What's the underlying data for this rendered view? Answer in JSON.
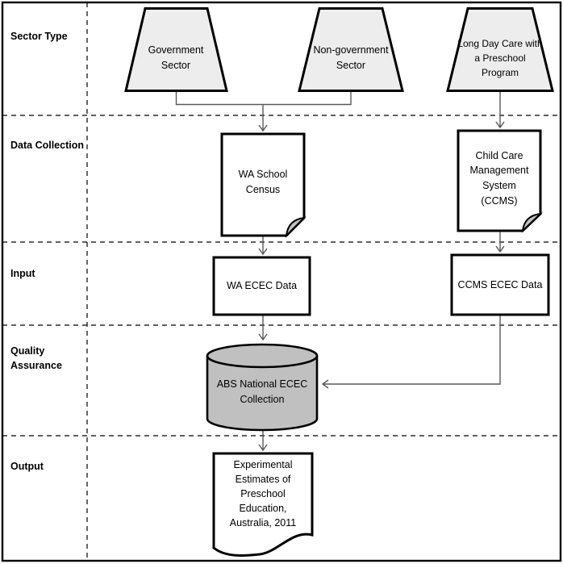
{
  "rows": [
    {
      "label": "Sector Type"
    },
    {
      "label": "Data Collection"
    },
    {
      "label": "Input"
    },
    {
      "label": "Quality Assurance"
    },
    {
      "label": "Output"
    }
  ],
  "nodes": {
    "government_sector": {
      "label": "Government Sector",
      "shape": "trapezoid"
    },
    "non_government_sector": {
      "label": "Non-government Sector",
      "shape": "trapezoid"
    },
    "long_day_care": {
      "label": "Long Day Care with a Preschool Program",
      "shape": "trapezoid"
    },
    "wa_school_census": {
      "label": "WA School Census",
      "shape": "document-folded-corner"
    },
    "ccms": {
      "label": "Child Care Management System (CCMS)",
      "shape": "document-folded-corner"
    },
    "wa_ecec_data": {
      "label": "WA ECEC Data",
      "shape": "rectangle"
    },
    "ccms_ecec_data": {
      "label": "CCMS ECEC Data",
      "shape": "rectangle"
    },
    "abs_national_ecec_collection": {
      "label": "ABS National ECEC Collection",
      "shape": "cylinder-database"
    },
    "experimental_estimates": {
      "label": "Experimental Estimates of Preschool Education, Australia, 2011",
      "shape": "document-wavy-bottom"
    }
  },
  "edges": [
    {
      "from": "Government Sector",
      "to": "WA School Census"
    },
    {
      "from": "Non-government Sector",
      "to": "WA School Census"
    },
    {
      "from": "Long Day Care with a Preschool Program",
      "to": "Child Care Management System (CCMS)"
    },
    {
      "from": "WA School Census",
      "to": "WA ECEC Data"
    },
    {
      "from": "Child Care Management System (CCMS)",
      "to": "CCMS ECEC Data"
    },
    {
      "from": "WA ECEC Data",
      "to": "ABS National ECEC Collection"
    },
    {
      "from": "CCMS ECEC Data",
      "to": "ABS National ECEC Collection"
    },
    {
      "from": "ABS National ECEC Collection",
      "to": "Experimental Estimates of Preschool Education, Australia, 2011"
    }
  ],
  "colors": {
    "trapezoid_fill": "#ededed",
    "cylinder_fill": "#c0c0c0",
    "document_fill": "#ffffff",
    "fold_fill": "#bfbfbf",
    "connector": "#595959",
    "outline": "#000000"
  }
}
